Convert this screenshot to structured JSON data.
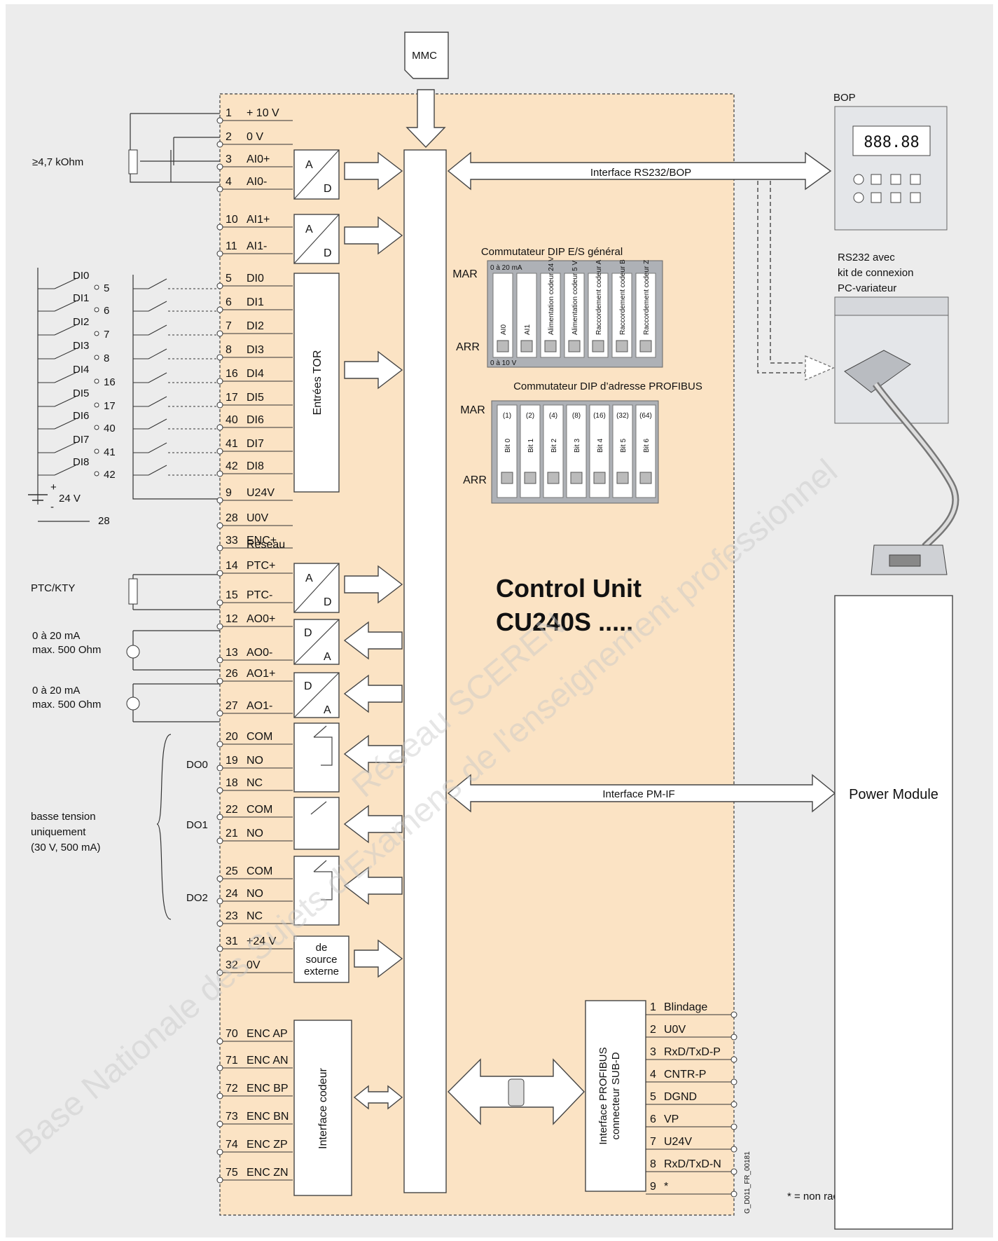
{
  "mmc": "MMC",
  "resistor": "≥4,7 kOhm",
  "ptc_kty": "PTC/KTY",
  "ao0_range": [
    "0 à 20 mA",
    "max. 500 Ohm"
  ],
  "ao1_range": [
    "0 à 20 mA",
    "max. 500 Ohm"
  ],
  "supply": "24 V",
  "basse_tension": [
    "basse tension",
    "uniquement",
    "(30 V, 500 mA)"
  ],
  "do_labels": [
    "DO0",
    "DO1",
    "DO2"
  ],
  "di_switches": [
    {
      "label": "DI0",
      "pin": "5"
    },
    {
      "label": "DI1",
      "pin": "6"
    },
    {
      "label": "DI2",
      "pin": "7"
    },
    {
      "label": "DI3",
      "pin": "8"
    },
    {
      "label": "DI4",
      "pin": "16"
    },
    {
      "label": "DI5",
      "pin": "17"
    },
    {
      "label": "DI6",
      "pin": "40"
    },
    {
      "label": "DI7",
      "pin": "41"
    },
    {
      "label": "DI8",
      "pin": "42"
    }
  ],
  "pin28": "28",
  "terminals": [
    {
      "num": "1",
      "name": "+ 10 V"
    },
    {
      "num": "2",
      "name": "0 V"
    },
    {
      "num": "3",
      "name": "AI0+"
    },
    {
      "num": "4",
      "name": "AI0-"
    },
    {
      "num": "10",
      "name": "AI1+"
    },
    {
      "num": "11",
      "name": "AI1-"
    },
    {
      "num": "5",
      "name": "DI0"
    },
    {
      "num": "6",
      "name": "DI1"
    },
    {
      "num": "7",
      "name": "DI2"
    },
    {
      "num": "8",
      "name": "DI3"
    },
    {
      "num": "16",
      "name": "DI4"
    },
    {
      "num": "17",
      "name": "DI5"
    },
    {
      "num": "40",
      "name": "DI6"
    },
    {
      "num": "41",
      "name": "DI7"
    },
    {
      "num": "42",
      "name": "DI8"
    },
    {
      "num": "9",
      "name": "U24V"
    },
    {
      "num": "28",
      "name": "U0V"
    },
    {
      "num": "33",
      "name": "ENC+"
    },
    {
      "num": "14",
      "name": "PTC+"
    },
    {
      "num": "15",
      "name": "PTC-"
    },
    {
      "num": "12",
      "name": "AO0+"
    },
    {
      "num": "13",
      "name": "AO0-"
    },
    {
      "num": "26",
      "name": "AO1+"
    },
    {
      "num": "27",
      "name": "AO1-"
    },
    {
      "num": "20",
      "name": "COM"
    },
    {
      "num": "19",
      "name": "NO"
    },
    {
      "num": "18",
      "name": "NC"
    },
    {
      "num": "22",
      "name": "COM"
    },
    {
      "num": "21",
      "name": "NO"
    },
    {
      "num": "25",
      "name": "COM"
    },
    {
      "num": "24",
      "name": "NO"
    },
    {
      "num": "23",
      "name": "NC"
    },
    {
      "num": "31",
      "name": "+24 V"
    },
    {
      "num": "32",
      "name": "0V"
    },
    {
      "num": "70",
      "name": "ENC AP"
    },
    {
      "num": "71",
      "name": "ENC AN"
    },
    {
      "num": "72",
      "name": "ENC BP"
    },
    {
      "num": "73",
      "name": "ENC BN"
    },
    {
      "num": "74",
      "name": "ENC ZP"
    },
    {
      "num": "75",
      "name": "ENC ZN"
    }
  ],
  "enc_reseau": "Réseau",
  "adc": {
    "a": "A",
    "d": "D"
  },
  "entrees_tor": "Entrées TOR",
  "source_externe": [
    "de",
    "source",
    "externe"
  ],
  "interface_codeur": "Interface codeur",
  "interface_rs232": "Interface RS232/BOP",
  "interface_pmif": "Interface PM-IF",
  "dip_es": {
    "title": "Commutateur DIP E/S général",
    "mar": "MAR",
    "arr": "ARR",
    "top": "0 à 20 mA",
    "bottom": "0 à 10 V",
    "switches": [
      "AI0",
      "AI1",
      "Alimentation codeur 24 V",
      "Alimentation codeur 5 V",
      "Raccordement codeur A",
      "Raccordement codeur B",
      "Raccordement codeur Z"
    ]
  },
  "dip_profibus": {
    "title": "Commutateur DIP d’adresse PROFIBUS",
    "mar": "MAR",
    "arr": "ARR",
    "values": [
      "(1)",
      "(2)",
      "(4)",
      "(8)",
      "(16)",
      "(32)",
      "(64)"
    ],
    "bits": [
      "Bit 0",
      "Bit 1",
      "Bit 2",
      "Bit 3",
      "Bit 4",
      "Bit 5",
      "Bit 6"
    ]
  },
  "control_unit": [
    "Control Unit",
    "CU240S ....."
  ],
  "bop": {
    "title": "BOP",
    "display": "888.88"
  },
  "rs232_kit": [
    "RS232 avec",
    "kit de connexion",
    "PC-variateur"
  ],
  "power_module": "Power Module",
  "profibus_interface": [
    "Interface PROFIBUS",
    "connecteur SUB-D"
  ],
  "profibus_pins": [
    {
      "num": "1",
      "name": "Blindage"
    },
    {
      "num": "2",
      "name": "U0V"
    },
    {
      "num": "3",
      "name": "RxD/TxD-P"
    },
    {
      "num": "4",
      "name": "CNTR-P"
    },
    {
      "num": "5",
      "name": "DGND"
    },
    {
      "num": "6",
      "name": "VP"
    },
    {
      "num": "7",
      "name": "U24V"
    },
    {
      "num": "8",
      "name": "RxD/TxD-N"
    },
    {
      "num": "9",
      "name": "*"
    }
  ],
  "non_raccorde": "* = non raccordé",
  "figure_id": "G_D011_FR_00181",
  "watermarks": [
    "Base Nationale des Sujets d'Examens de l'enseignement professionnel",
    "Réseau SCEREN"
  ]
}
